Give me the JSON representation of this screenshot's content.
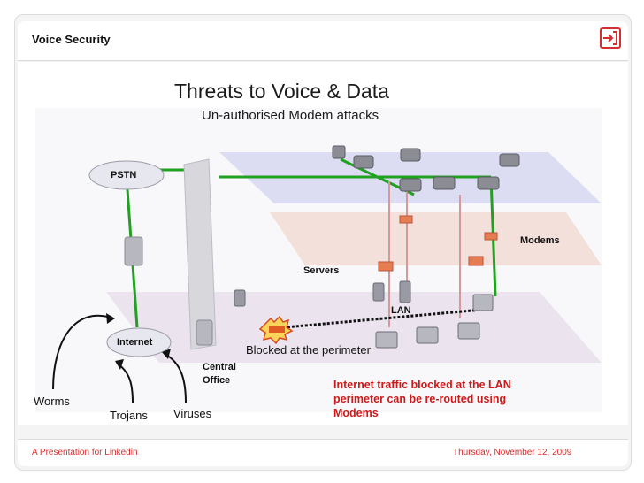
{
  "header": {
    "title": "Voice Security",
    "exit_icon": "exit-icon"
  },
  "slide": {
    "title": "Threats to Voice & Data",
    "subtitle": "Un-authorised Modem attacks",
    "labels": {
      "pstn": "PSTN",
      "internet": "Internet",
      "central_office_1": "Central",
      "central_office_2": "Office",
      "servers": "Servers",
      "lan": "LAN",
      "modems": "Modems",
      "blocked": "Blocked at the perimeter",
      "worms": "Worms",
      "trojans": "Trojans",
      "viruses": "Viruses"
    },
    "note": {
      "line1": "Internet traffic blocked at the LAN",
      "line2": "perimeter can be re-routed using",
      "line3": "Modems"
    }
  },
  "footer": {
    "left": "A Presentation for Linkedin",
    "right": "Thursday, November 12, 2009"
  },
  "colors": {
    "accent": "#d32f2f",
    "plane_blue": "#c9c9f2",
    "plane_pink": "#f6d3c6",
    "plane_lilac": "#dcc9e2",
    "link_green": "#22a022",
    "note_red": "#cc1a1a"
  }
}
